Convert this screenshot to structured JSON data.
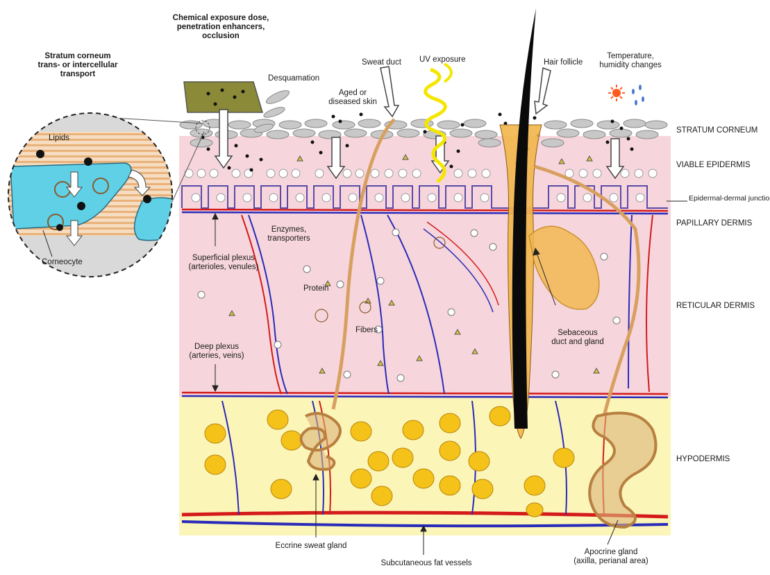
{
  "labels": {
    "stratum_transport": "Stratum corneum\ntrans- or intercellular\ntransport",
    "chemical_exposure": "Chemical exposure dose,\npenetration enhancers,\nocclusion",
    "desquamation": "Desquamation",
    "aged_skin": "Aged or\ndiseased skin",
    "sweat_duct": "Sweat duct",
    "uv_exposure": "UV exposure",
    "hair_follicle": "Hair follicle",
    "temperature": "Temperature,\nhumidity changes",
    "lipids": "Lipids",
    "corneocyte": "Corneocyte",
    "superficial_plexus": "Superficial plexus\n(arterioles, venules)",
    "enzymes": "Enzymes,\ntransporters",
    "protein": "Protein",
    "fibers": "Fibers",
    "deep_plexus": "Deep plexus\n(arteries, veins)",
    "sebaceous": "Sebaceous\nduct and gland",
    "eccrine": "Eccrine sweat gland",
    "subcutaneous": "Subcutaneous fat vessels",
    "apocrine": "Apocrine gland\n(axilla, perianal area)"
  },
  "layers": {
    "stratum_corneum": "STRATUM CORNEUM",
    "viable_epidermis": "VIABLE EPIDERMIS",
    "epidermal_dermal_junction": "Epidermal-dermal junction",
    "papillary_dermis": "PAPILLARY DERMIS",
    "reticular_dermis": "RETICULAR DERMIS",
    "hypodermis": "HYPODERMIS"
  },
  "colors": {
    "dermis": "#f6d6dc",
    "hypodermis": "#fbf5b8",
    "fat_globule": "#f5c21a",
    "stratum_cell": "#c8c8c8",
    "artery": "#d41a1a",
    "vein": "#2a2ab8",
    "magnifier_fill": "#d9d9d9",
    "water_region": "#5fd0e6",
    "lipid_stripe": "#e8b27a",
    "uv": "#f5e600",
    "sun": "#ff5a1e",
    "hair": "#0a0a0a",
    "gland": "#f2b64a"
  }
}
